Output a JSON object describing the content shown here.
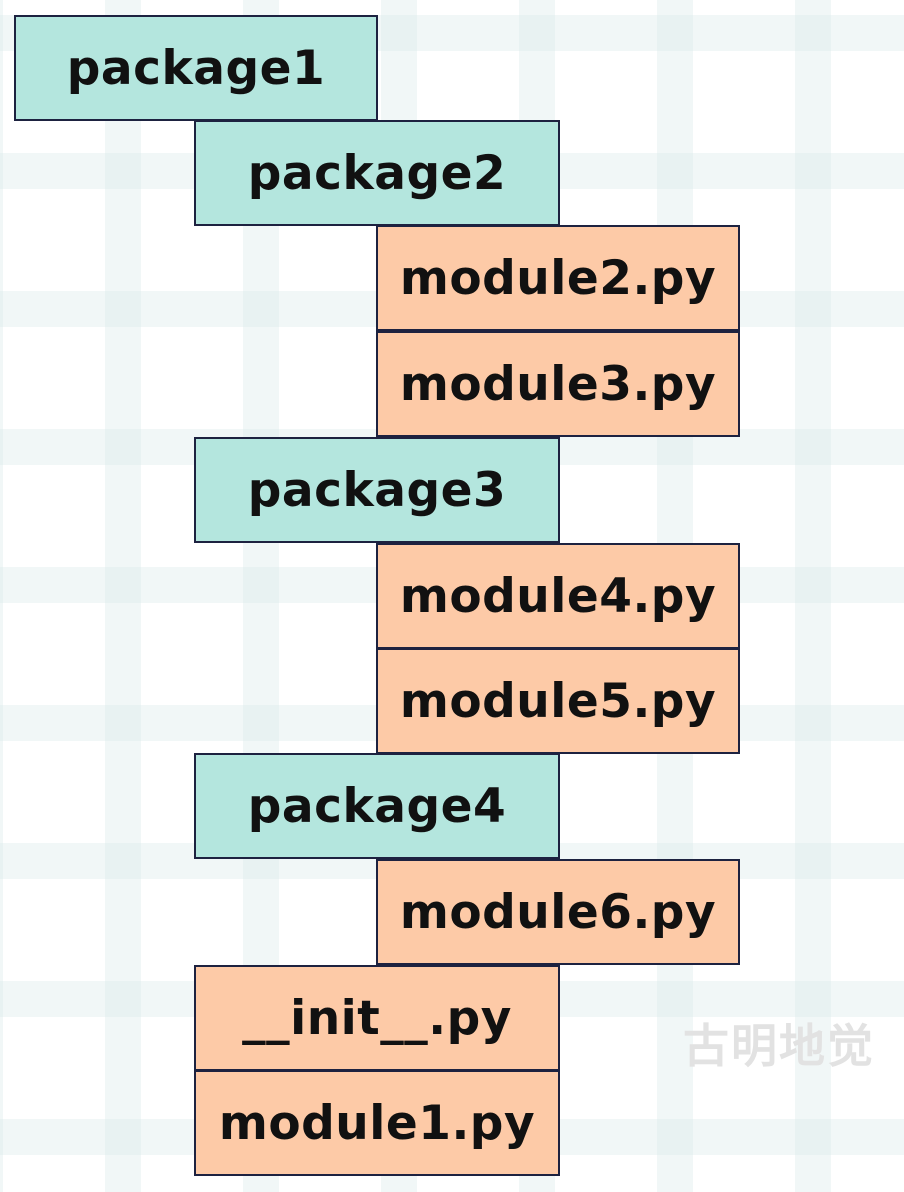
{
  "colors": {
    "package": "#b4e6de",
    "module": "#fdcaa7",
    "border": "#1d2240",
    "text": "#111111"
  },
  "nodes": [
    {
      "label": "package1",
      "kind": "package"
    },
    {
      "label": "package2",
      "kind": "package"
    },
    {
      "label": "module2.py",
      "kind": "module"
    },
    {
      "label": "module3.py",
      "kind": "module"
    },
    {
      "label": "package3",
      "kind": "package"
    },
    {
      "label": "module4.py",
      "kind": "module"
    },
    {
      "label": "module5.py",
      "kind": "module"
    },
    {
      "label": "package4",
      "kind": "package"
    },
    {
      "label": "module6.py",
      "kind": "module"
    },
    {
      "label": "__init__.py",
      "kind": "module"
    },
    {
      "label": "module1.py",
      "kind": "module"
    }
  ],
  "watermark": "古明地觉"
}
